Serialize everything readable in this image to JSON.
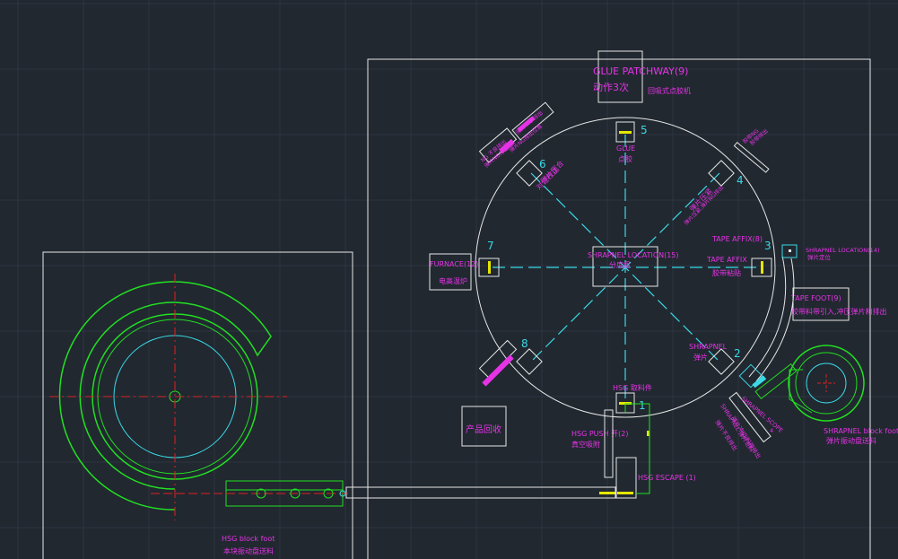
{
  "colors": {
    "background": "#212830",
    "grid": "#2e3540",
    "outline": "#e6e6e6",
    "accent_green": "#22e022",
    "accent_cyan": "#3ad9e6",
    "accent_magenta": "#e633e6",
    "center_red": "#e02020",
    "marker_yellow": "#e6e600"
  },
  "title": {
    "main": "GLUE PATCHWAY(9)",
    "sub": "动作3次",
    "machine": "回吸式点胶机"
  },
  "stations": [
    {
      "number": "1"
    },
    {
      "number": "2"
    },
    {
      "number": "3"
    },
    {
      "number": "4"
    },
    {
      "number": "5"
    },
    {
      "number": "6"
    },
    {
      "number": "7"
    },
    {
      "number": "8"
    }
  ],
  "labels": {
    "glue": "GLUE",
    "glue_cn": "点胶",
    "shrapnel_location": "SHRAPNEL LOCATION(15)",
    "shrapnel_location_cn": "分度盘",
    "tape_affix_8": "TAPE AFFIX(8)",
    "tape_affix": "TAPE AFFIX",
    "tape_affix_cn": "胶带粘贴",
    "shrapnel_loc_14": "SHRAPNEL LOCATION(14)",
    "shrapnel_loc_14_cn": "弹片定位",
    "tape_foot": "TAPE FOOT(9)",
    "tape_foot_cn": "胶带料带引入,冲压弹片和排出",
    "furnace": "FURNACE(12)",
    "furnace_cn": "电高温炉",
    "shrapnel": "SHRAPNEL",
    "shrapnel_cn": "弹片",
    "hsg_pick": "HSG 取料件",
    "hsg_push": "HSG PUSH 开(2)",
    "hsg_push_cn": "真空吸附",
    "hsg_escape": "HSG ESCAPE (1)",
    "product_recycle": "产品回收",
    "shrapnel_block_foot": "SHRAPNEL block foot",
    "shrapnel_block_foot_cn": "弹片振动盘送料",
    "hsg_block_foot": "HSG block foot",
    "hsg_block_foot_cn": "本块振动盘送料",
    "ng_left_1": "NG 不良排出",
    "ng_left_2": "弹片NG排出站",
    "ng_left_3": "弹片 NG 排出",
    "ng_left_4": "弹片NG排出位置",
    "ng_right_1": "胶带NG",
    "ng_right_2": "胶带排出",
    "station6_cn": "弹片压合",
    "station6_cn2": "对位校正",
    "station4_cn": "弹片压紧",
    "station4_cn2": "弹片压紧,弹片NG排出",
    "diag_1": "SHRAPNEL 弹片进料",
    "diag_2": "弹片不良排出",
    "diag_3": "弹片冲切/料带排出",
    "shrapnel_scope": "SHRAPNEL SCOPE",
    "scope_num": "4"
  }
}
